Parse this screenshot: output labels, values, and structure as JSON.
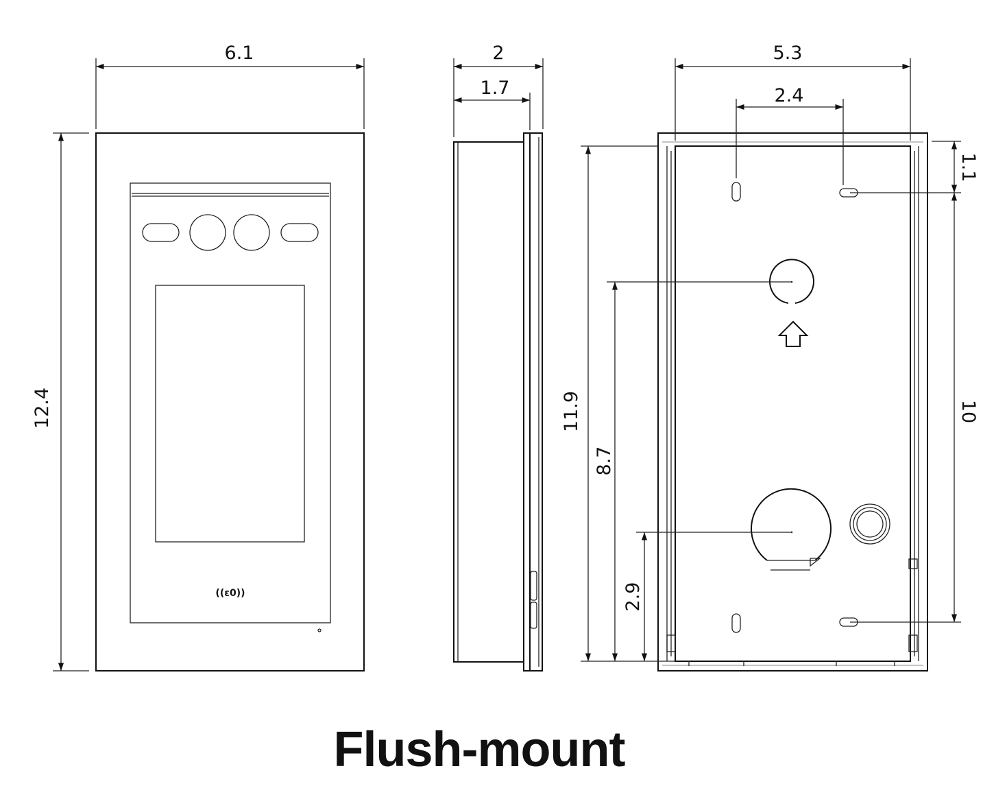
{
  "caption": "Flush-mount",
  "front_view": {
    "width_label": "6.1",
    "height_label": "12.4",
    "nfc_symbol": "((ε0))"
  },
  "side_view": {
    "depth_label": "2",
    "inner_depth_label": "1.7"
  },
  "back_box_view": {
    "width_label": "5.3",
    "hole_spacing_label": "2.4",
    "top_offset_label": "1.1",
    "hole_vertical_spacing_label": "10",
    "box_height_label": "11.9",
    "upper_hole_height_label": "8.7",
    "lower_hole_height_label": "2.9"
  }
}
